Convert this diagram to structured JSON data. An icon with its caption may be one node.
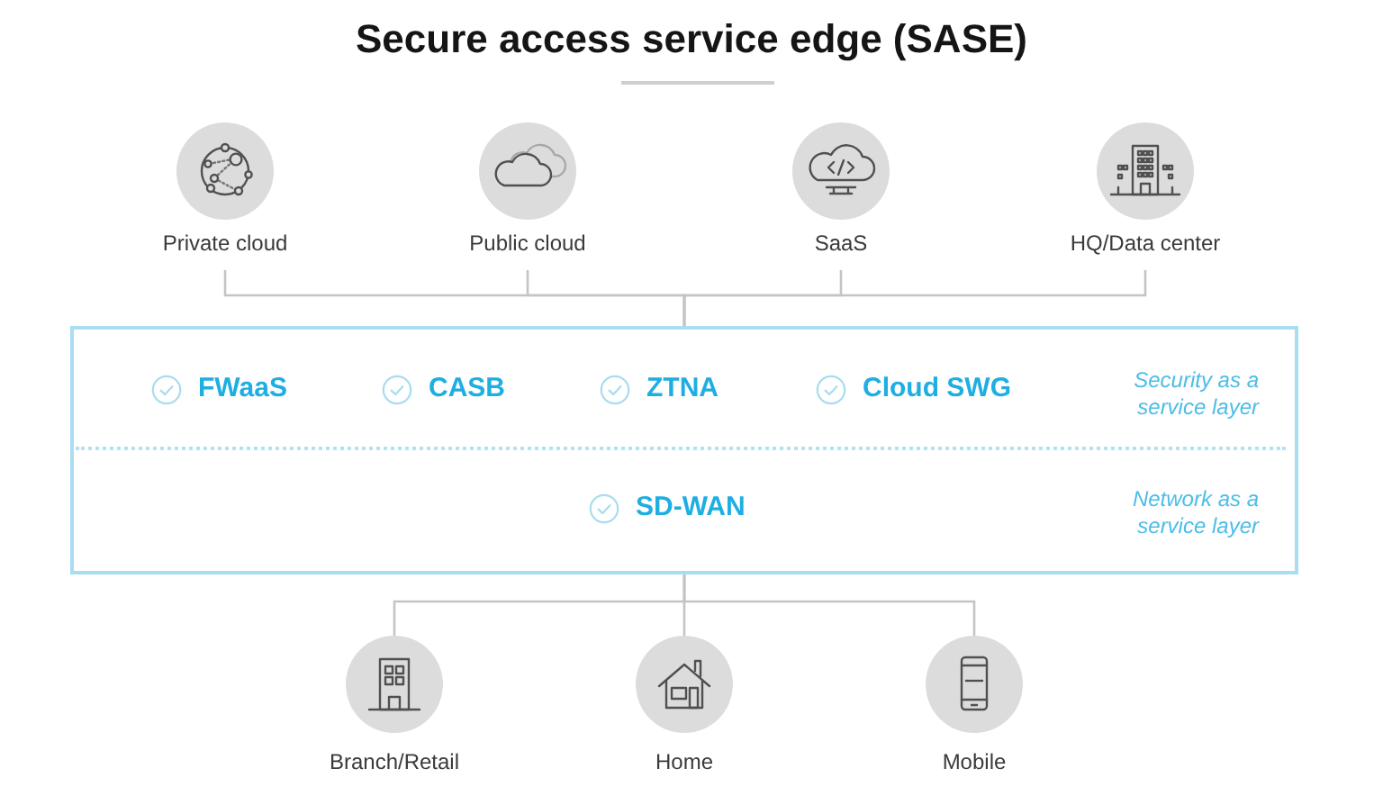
{
  "diagram": {
    "title": "Secure access service edge (SASE)",
    "nodes": [
      {
        "text": [
          "Private cloud"
        ]
      },
      {
        "text": [
          "Public cloud"
        ]
      },
      {
        "text": [
          "SaaS"
        ]
      },
      {
        "text": [
          "HQ/Data center"
        ]
      },
      {
        "text": [
          "FWaaS",
          "CASB",
          "ZTNA",
          "Cloud SWG",
          "Security as a service layer",
          "SD-WAN",
          "Network as a service layer"
        ]
      },
      {
        "text": [
          "Branch/Retail"
        ]
      },
      {
        "text": [
          "Home"
        ]
      },
      {
        "text": [
          "Mobile"
        ]
      }
    ],
    "edges": [
      {
        "from": 0,
        "to": 4,
        "arrow": "none"
      },
      {
        "from": 1,
        "to": 4,
        "arrow": "none"
      },
      {
        "from": 2,
        "to": 4,
        "arrow": "none"
      },
      {
        "from": 3,
        "to": 4,
        "arrow": "none"
      },
      {
        "from": 4,
        "to": 5,
        "arrow": "none"
      },
      {
        "from": 4,
        "to": 6,
        "arrow": "none"
      },
      {
        "from": 4,
        "to": 7,
        "arrow": "none"
      }
    ]
  }
}
